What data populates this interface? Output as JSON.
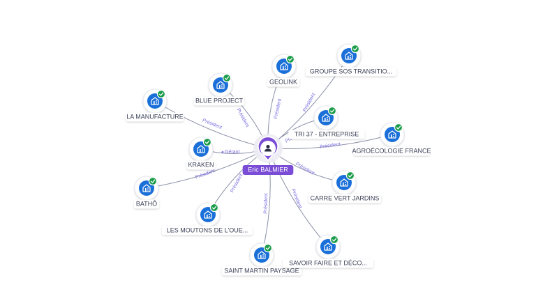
{
  "center": {
    "name": "Eric BALMIER",
    "icon": "person-icon",
    "color": "#7b4dd6"
  },
  "node_icon": "company-icon",
  "status_icon": "check-icon",
  "colors": {
    "node": "#1a6fd8",
    "check": "#1a9c4a",
    "edge": "#8a8fa6",
    "edge_label": "#7a6fe0"
  },
  "nodes": [
    {
      "id": "n1",
      "label": "LA MANUFACTURE",
      "edge_label": "Président"
    },
    {
      "id": "n2",
      "label": "BLUE PROJECT",
      "edge_label": "Président"
    },
    {
      "id": "n3",
      "label": "GEOLINK",
      "edge_label": "Président"
    },
    {
      "id": "n4",
      "label": "GROUPE SOS TRANSITIO...",
      "edge_label": "Président"
    },
    {
      "id": "n5",
      "label": "TRI 37 - ENTREPRISE",
      "edge_label": "Président"
    },
    {
      "id": "n6",
      "label": "AGROÉCOLOGIE FRANCE",
      "edge_label": "Président"
    },
    {
      "id": "n7",
      "label": "KRAKEN",
      "edge_label": "Gérant"
    },
    {
      "id": "n8",
      "label": "CARRE VERT JARDINS",
      "edge_label": "Président"
    },
    {
      "id": "n9",
      "label": "BATHÔ",
      "edge_label": "Président"
    },
    {
      "id": "n10",
      "label": "LES MOUTONS DE L'OUE...",
      "edge_label": "Président"
    },
    {
      "id": "n11",
      "label": "SAINT MARTIN PAYSAGE",
      "edge_label": "Président"
    },
    {
      "id": "n12",
      "label": "SAVOIR FAIRE ET DÉCO...",
      "edge_label": "Président"
    }
  ]
}
